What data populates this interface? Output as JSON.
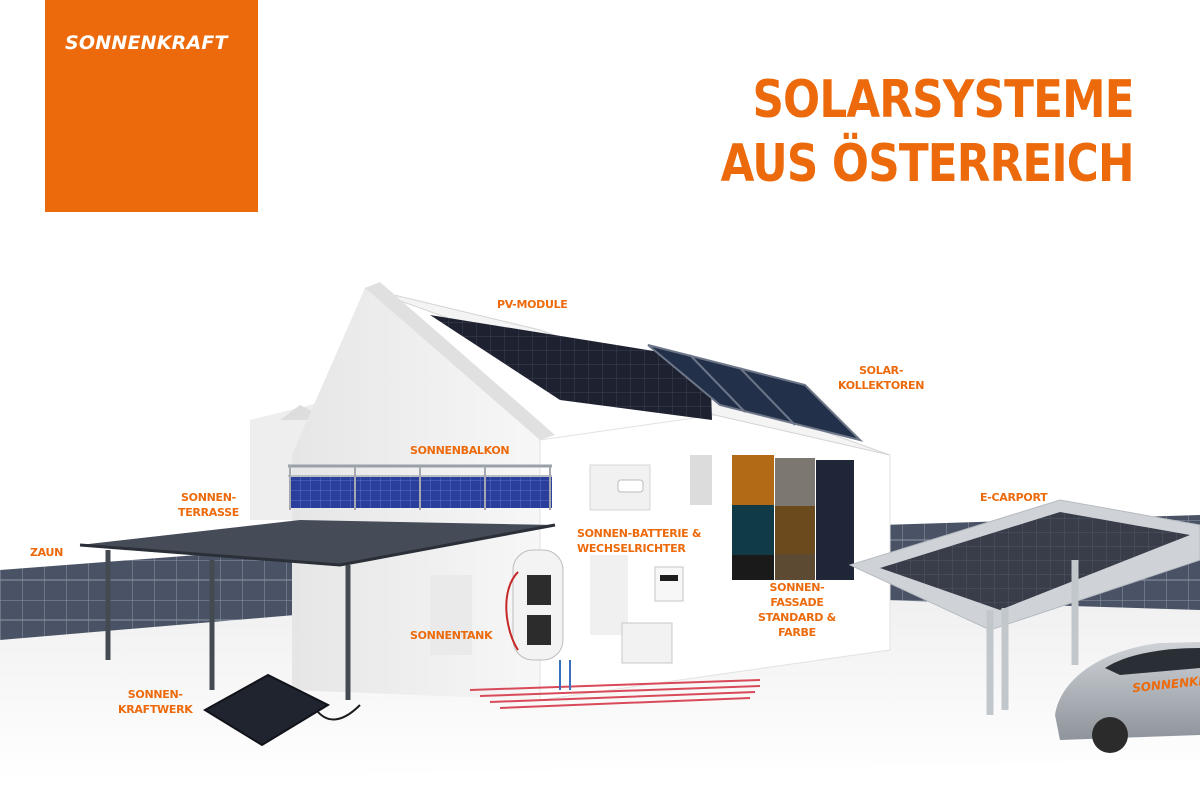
{
  "brand": {
    "logo": "SONNENKRAFT",
    "accent": "#ec6a0b"
  },
  "headline": {
    "line1": "SOLARSYSTEME",
    "line2": "AUS ÖSTERREICH"
  },
  "labels": {
    "pv_module": [
      "PV-MODULE"
    ],
    "solar_kollektoren": [
      "SOLAR-",
      "KOLLEKTOREN"
    ],
    "sonnenbalkon": [
      "SONNENBALKON"
    ],
    "sonnenterrasse": [
      "SONNEN-",
      "TERRASSE"
    ],
    "zaun": [
      "ZAUN"
    ],
    "batterie": [
      "SONNEN-BATTERIE &",
      "WECHSELRICHTER"
    ],
    "sonnentank": [
      "SONNENTANK"
    ],
    "fassade": [
      "SONNEN-",
      "FASSADE",
      "STANDARD &",
      "FARBE"
    ],
    "carport": [
      "E-CARPORT"
    ],
    "kraftwerk": [
      "SONNEN-",
      "KRAFTWERK"
    ]
  },
  "car_decal": "SONNENKRAFT"
}
